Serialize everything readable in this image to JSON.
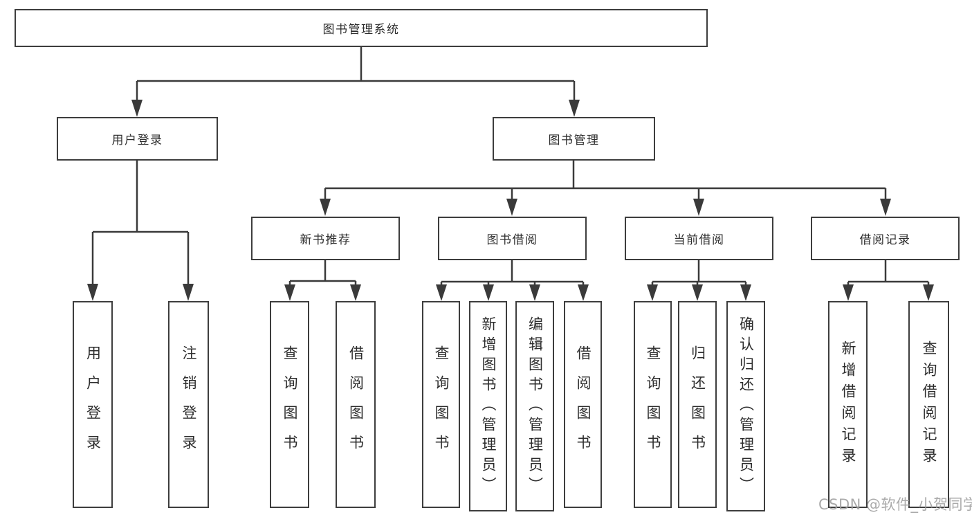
{
  "tree": {
    "label": "图书管理系统",
    "children": [
      {
        "label": "用户登录",
        "children": [
          {
            "label": "用户登录"
          },
          {
            "label": "注销登录"
          }
        ]
      },
      {
        "label": "图书管理",
        "children": [
          {
            "label": "新书推荐",
            "children": [
              {
                "label": "查询图书"
              },
              {
                "label": "借阅图书"
              }
            ]
          },
          {
            "label": "图书借阅",
            "children": [
              {
                "label": "查询图书"
              },
              {
                "label": "新增图书（管理员）"
              },
              {
                "label": "编辑图书（管理员）"
              },
              {
                "label": "借阅图书"
              }
            ]
          },
          {
            "label": "当前借阅",
            "children": [
              {
                "label": "查询图书"
              },
              {
                "label": "归还图书"
              },
              {
                "label": "确认归还（管理员）"
              }
            ]
          },
          {
            "label": "借阅记录",
            "children": [
              {
                "label": "新增借阅记录"
              },
              {
                "label": "查询借阅记录"
              }
            ]
          }
        ]
      }
    ]
  },
  "watermark": "CSDN @软件_小贺同学",
  "colors": {
    "line": "#3a3a3a",
    "border": "#3d3d3d",
    "text": "#2d2d2d",
    "watermark": "#9e9e9e",
    "background": "#ffffff"
  }
}
